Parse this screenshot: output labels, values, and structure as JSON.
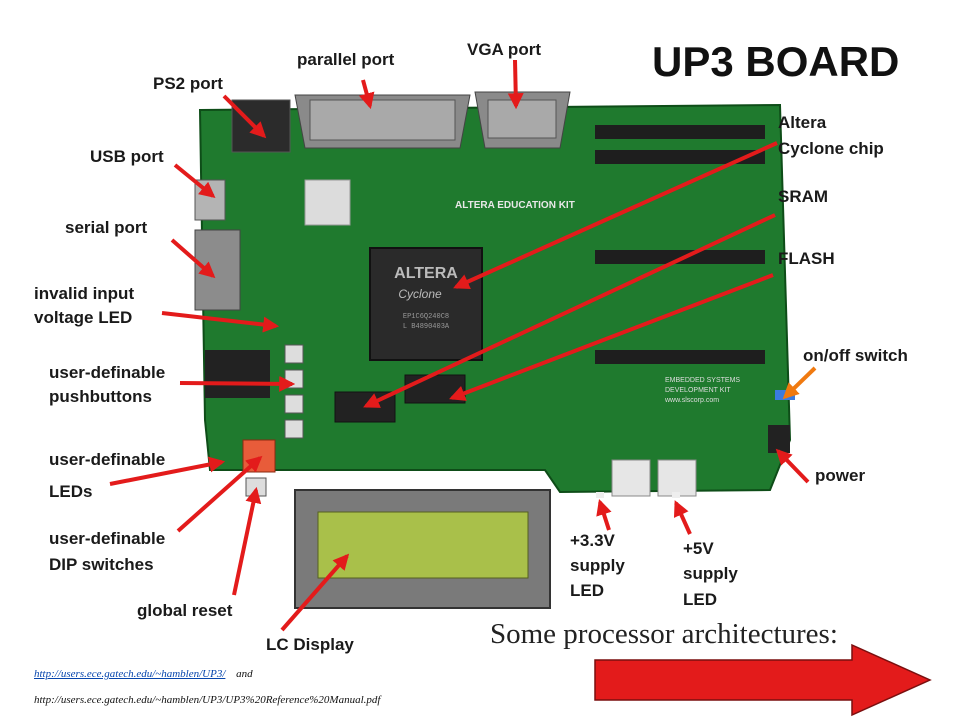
{
  "title": "UP3 BOARD",
  "labels": {
    "parallel_port": "parallel port",
    "vga_port": "VGA port",
    "ps2_port": "PS2 port",
    "usb_port": "USB port",
    "serial_port": "serial port",
    "invalid_input_1": "invalid input",
    "invalid_input_2": "voltage LED",
    "pushbuttons_1": "user-definable",
    "pushbuttons_2": "pushbuttons",
    "leds_1": "user-definable",
    "leds_2": "LEDs",
    "dip_1": "user-definable",
    "dip_2": "DIP switches",
    "global_reset": "global reset",
    "lc_display": "LC Display",
    "altera_1": "Altera",
    "altera_2": "Cyclone chip",
    "sram": "SRAM",
    "flash": "FLASH",
    "onoff": "on/off switch",
    "power": "power",
    "v33_1": "+3.3V",
    "v33_2": "supply",
    "v33_3": "LED",
    "v5_1": "+5V",
    "v5_2": "supply",
    "v5_3": "LED"
  },
  "board_text": {
    "chip_brand": "ALTERA",
    "chip_family": "Cyclone",
    "chip_part": "EP1C6Q240C8",
    "chip_code": "L B4890403A",
    "kit_title": "ALTERA EDUCATION KIT",
    "kit_sub_1": "EMBEDDED SYSTEMS",
    "kit_sub_2": "DEVELOPMENT KIT",
    "kit_url": "www.slscorp.com"
  },
  "subtitle": "Some processor architectures:",
  "links": {
    "link1": "http://users.ece.gatech.edu/~hamblen/UP3/",
    "and": "and",
    "link2": "http://users.ece.gatech.edu/~hamblen/UP3/UP3%20Reference%20Manual.pdf"
  },
  "colors": {
    "pcb": "#1f7a2e",
    "arrow_red": "#e31b1b",
    "arrow_orange": "#f07a10",
    "lcd": "#a9c04a"
  }
}
